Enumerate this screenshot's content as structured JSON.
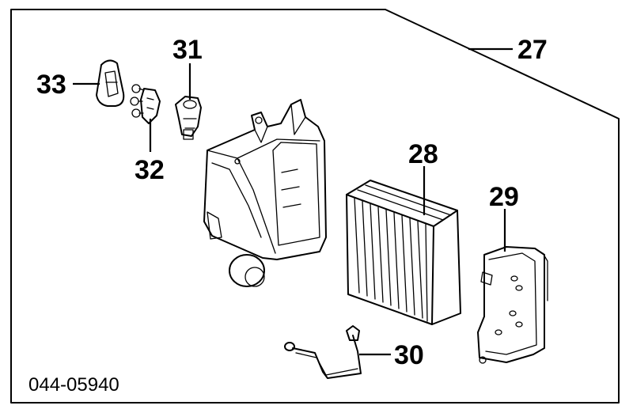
{
  "diagram": {
    "catalog_code": "044-05940",
    "callouts": [
      {
        "id": "27",
        "label": "27"
      },
      {
        "id": "28",
        "label": "28"
      },
      {
        "id": "29",
        "label": "29"
      },
      {
        "id": "30",
        "label": "30"
      },
      {
        "id": "31",
        "label": "31"
      },
      {
        "id": "32",
        "label": "32"
      },
      {
        "id": "33",
        "label": "33"
      }
    ]
  }
}
